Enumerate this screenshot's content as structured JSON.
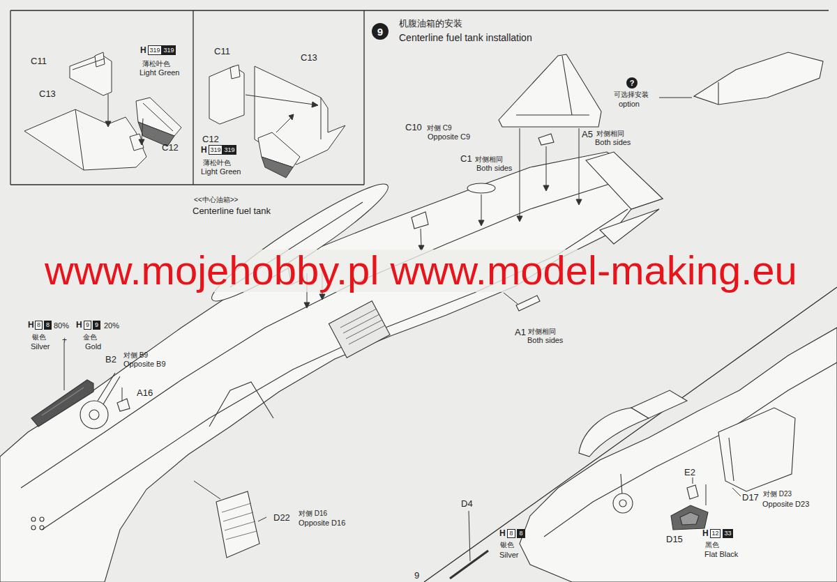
{
  "diagram": {
    "nodes": [
      {
        "text": [
          "319"
        ]
      },
      {
        "text": [
          "319"
        ]
      },
      {
        "text": [
          "319"
        ]
      },
      {
        "text": [
          "319"
        ]
      },
      {
        "text": [
          "9"
        ]
      },
      {
        "text": [
          "?"
        ]
      },
      {
        "text": [
          "8"
        ]
      },
      {
        "text": [
          "8"
        ]
      },
      {
        "text": [
          "9"
        ]
      },
      {
        "text": [
          "9"
        ]
      },
      {
        "text": [
          "8"
        ]
      },
      {
        "text": [
          "8"
        ]
      },
      {
        "text": [
          "12"
        ]
      },
      {
        "text": [
          "33"
        ]
      }
    ],
    "labels": [
      "C11",
      "H",
      "薄松叶色",
      "Light Green",
      "C13",
      "C12",
      "C11",
      "C13",
      "C12",
      "H",
      "薄松叶色",
      "Light Green",
      "机腹油箱的安装",
      "Centerline fuel tank installation",
      "可选择安装",
      "option",
      "C10",
      "对侧 C9",
      "Opposite C9",
      "C1",
      "对侧相同",
      "Both sides",
      "A5",
      "对侧相同",
      "Both sides",
      "<<中心油箱>>",
      "Centerline fuel tank",
      "www.mojehobby.pl www.model-making.eu",
      "A1",
      "对侧相同",
      "Both sides",
      "H",
      "80%",
      "H",
      "20%",
      "银色",
      "+",
      "金色",
      "Silver",
      "Gold",
      "B2",
      "对侧 B9",
      "Opposite B9",
      "A16",
      "D22",
      "对侧 D16",
      "Opposite D16",
      "D4",
      "H",
      "银色",
      "Silver",
      "E2",
      "H",
      "黑色",
      "Flat Black",
      "D15",
      "D17",
      "对侧 D23",
      "Opposite D23",
      "9"
    ]
  }
}
